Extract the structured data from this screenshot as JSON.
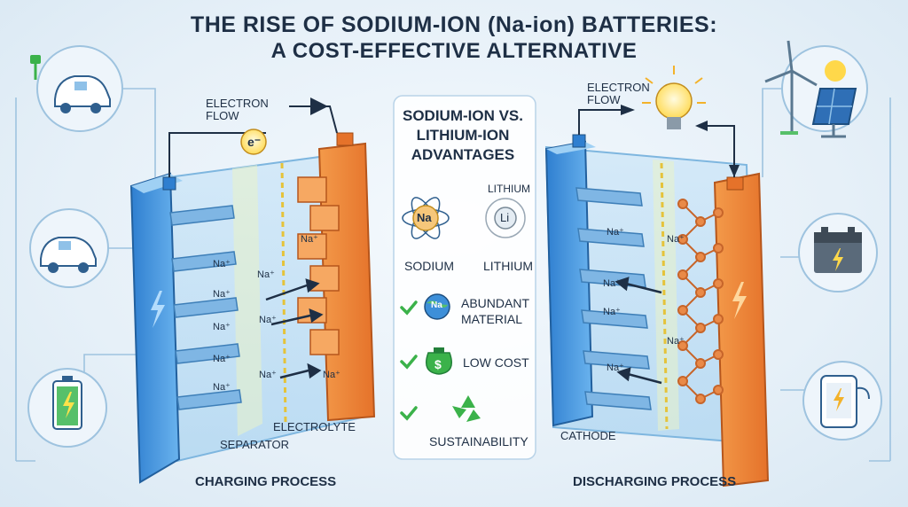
{
  "title": {
    "line1": "THE RISE OF SODIUM-ION (Na-ion) BATTERIES:",
    "line2": "A COST-EFFECTIVE ALTERNATIVE"
  },
  "left": {
    "electron_flow_line1": "ELECTRON",
    "electron_flow_line2": "FLOW",
    "electron_symbol": "e⁻",
    "ion_label": "Na⁺",
    "separator": "SEPARATOR",
    "electrolyte": "ELECTROLYTE",
    "process": "CHARGING PROCESS"
  },
  "right": {
    "electron_flow_line1": "ELECTRON",
    "electron_flow_line2": "FLOW",
    "ion_label": "Na⁺",
    "cathode": "CATHODE",
    "process": "DISCHARGING PROCESS"
  },
  "panel": {
    "heading_line1": "SODIUM-ION VS.",
    "heading_line2": "LITHIUM-ION",
    "heading_line3": "ADVANTAGES",
    "sodium_symbol": "Na",
    "lithium_symbol": "Li",
    "sodium_name": "SODIUM",
    "lithium_name": "LITHIUM",
    "lithium_tag": "LITHIUM",
    "adv1_line1": "ABUNDANT",
    "adv1_line2": "MATERIAL",
    "adv1_icon_symbol": "Na",
    "adv2": "LOW COST",
    "adv3": "SUSTAINABILITY",
    "money_symbol": "$"
  },
  "colors": {
    "blue": "#3d8fd9",
    "orange": "#f08a3c",
    "ion": "#f6c77a",
    "check": "#3bb24a",
    "ink": "#1e2f45"
  }
}
